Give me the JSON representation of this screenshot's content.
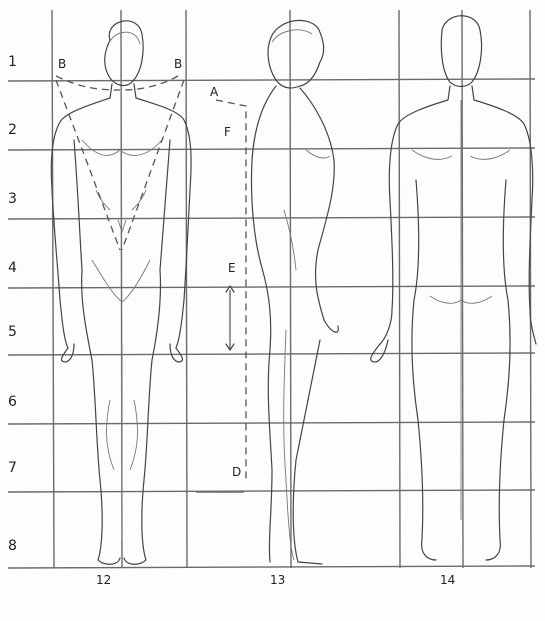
{
  "row_numbers": [
    "1",
    "2",
    "3",
    "4",
    "5",
    "6",
    "7",
    "8"
  ],
  "point_labels": {
    "b_left": "B",
    "b_right": "B",
    "a": "A",
    "f": "F",
    "e": "E",
    "d": "D"
  },
  "figure_numbers": [
    "12",
    "13",
    "14"
  ]
}
